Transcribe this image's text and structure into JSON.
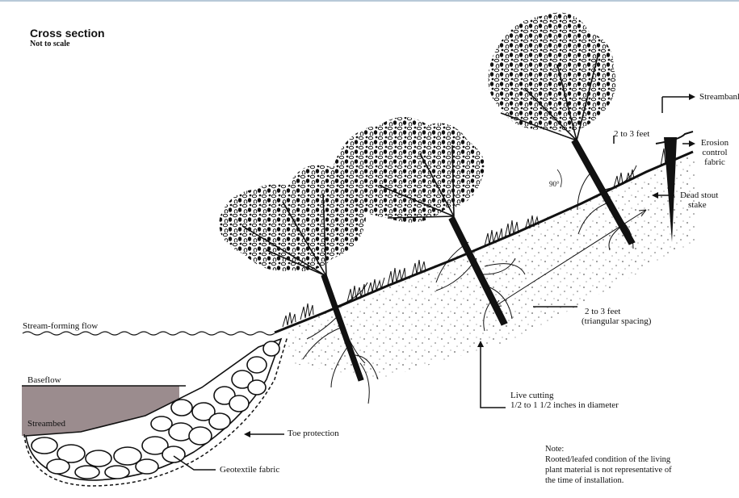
{
  "header": {
    "title": "Cross section",
    "subtitle": "Not to scale"
  },
  "labels": {
    "streambank": "Streambank",
    "erosion_control_fabric": [
      "Erosion",
      "control",
      "fabric"
    ],
    "dead_stout_stake": [
      "Dead stout",
      "stake"
    ],
    "spacing_top": "2 to 3 feet",
    "angle": "90°",
    "spacing_bottom": [
      "2 to 3 feet",
      "(triangular spacing)"
    ],
    "stream_forming_flow": "Stream-forming flow",
    "baseflow": "Baseflow",
    "streambed": "Streambed",
    "toe_protection": "Toe protection",
    "geotextile_fabric": "Geotextile fabric",
    "live_cutting": [
      "Live cutting",
      "1/2 to 1 1/2 inches in diameter"
    ]
  },
  "note": [
    "Note:",
    "Rooted/leafed condition of the living",
    "plant material is not representative of",
    "the time of installation."
  ],
  "colors": {
    "ink": "#111111",
    "water": "#9b8c8e",
    "border": "#b8c9d8"
  }
}
